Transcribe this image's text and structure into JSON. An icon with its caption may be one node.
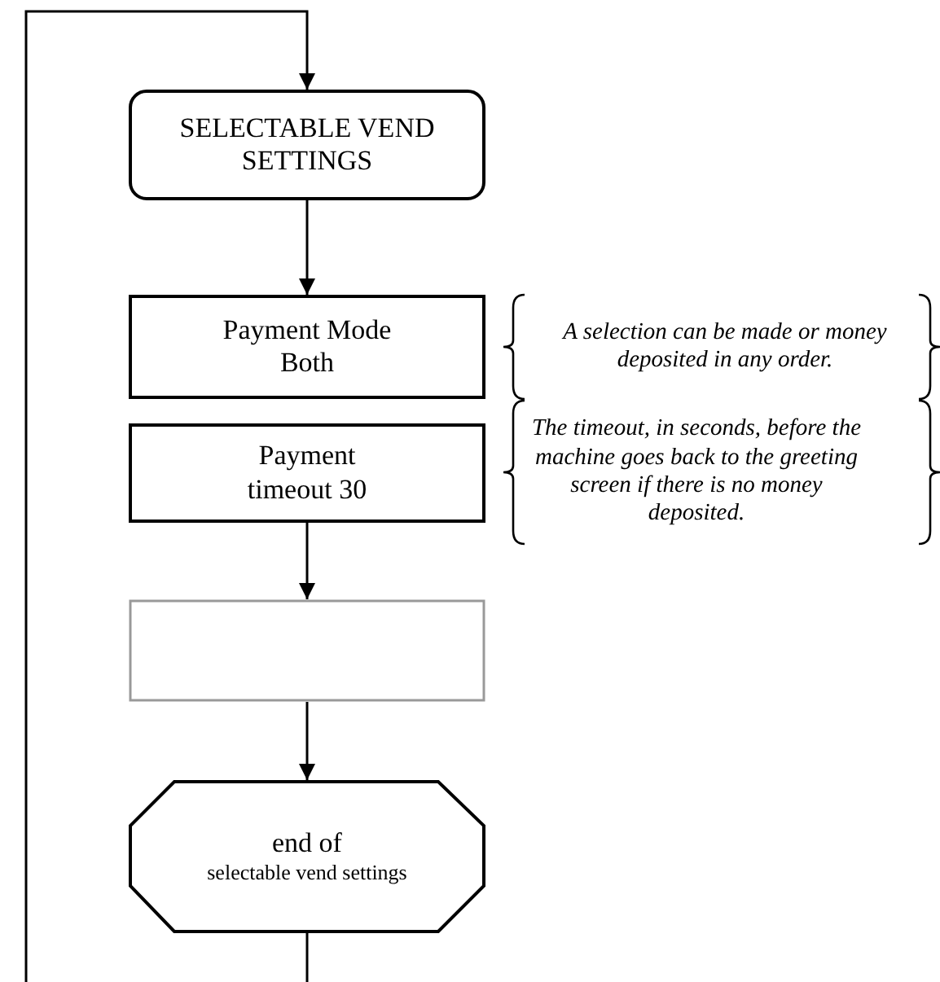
{
  "diagram": {
    "nodes": [
      {
        "text": [
          "SELECTABLE VEND SETTINGS"
        ]
      },
      {
        "text": [
          "Payment Mode Both"
        ],
        "beside": [
          "A selection can be made or money deposited in any order."
        ]
      },
      {
        "text": [
          "Payment timeout 30"
        ],
        "beside": [
          "The timeout, in seconds, before the machine goes back to the greeting screen if there is no money deposited."
        ]
      },
      {
        "text": [],
        "shape": "box"
      },
      {
        "text": [
          "end of",
          "selectable vend settings"
        ]
      }
    ],
    "edges": [
      {
        "from": null,
        "to": 0,
        "arrow": "to"
      },
      {
        "from": 0,
        "to": 1,
        "arrow": "to"
      },
      {
        "from": 2,
        "to": 3,
        "arrow": "to"
      },
      {
        "from": 3,
        "to": 4,
        "arrow": "to"
      },
      {
        "from": 4,
        "to": null,
        "arrow": "none"
      }
    ]
  }
}
